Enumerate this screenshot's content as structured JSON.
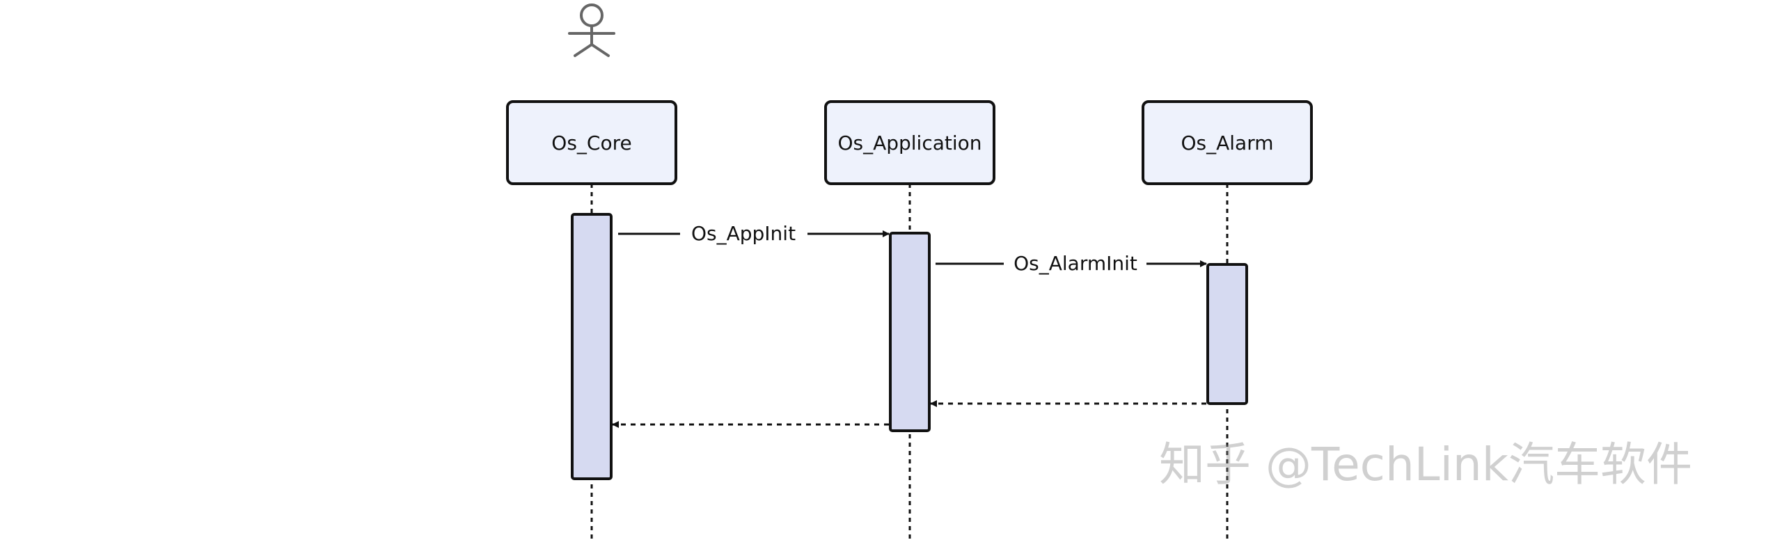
{
  "participants": [
    {
      "id": "os-core",
      "label": "Os_Core"
    },
    {
      "id": "os-application",
      "label": "Os_Application"
    },
    {
      "id": "os-alarm",
      "label": "Os_Alarm"
    }
  ],
  "messages": [
    {
      "from": "os-core",
      "to": "os-application",
      "label": "Os_AppInit",
      "style": "solid"
    },
    {
      "from": "os-application",
      "to": "os-alarm",
      "label": "Os_AlarmInit",
      "style": "solid"
    },
    {
      "from": "os-alarm",
      "to": "os-application",
      "label": "",
      "style": "dashed"
    },
    {
      "from": "os-application",
      "to": "os-core",
      "label": "",
      "style": "dashed"
    }
  ],
  "actor": {
    "icon": "stick-figure-icon"
  },
  "watermark": {
    "text": "知乎 @TechLink汽车软件"
  },
  "colors": {
    "participant_fill": "#eef2fc",
    "activation_fill": "#d6daf1",
    "stroke": "#111111",
    "actor_stroke": "#666666",
    "watermark": "#8a8a8a"
  }
}
